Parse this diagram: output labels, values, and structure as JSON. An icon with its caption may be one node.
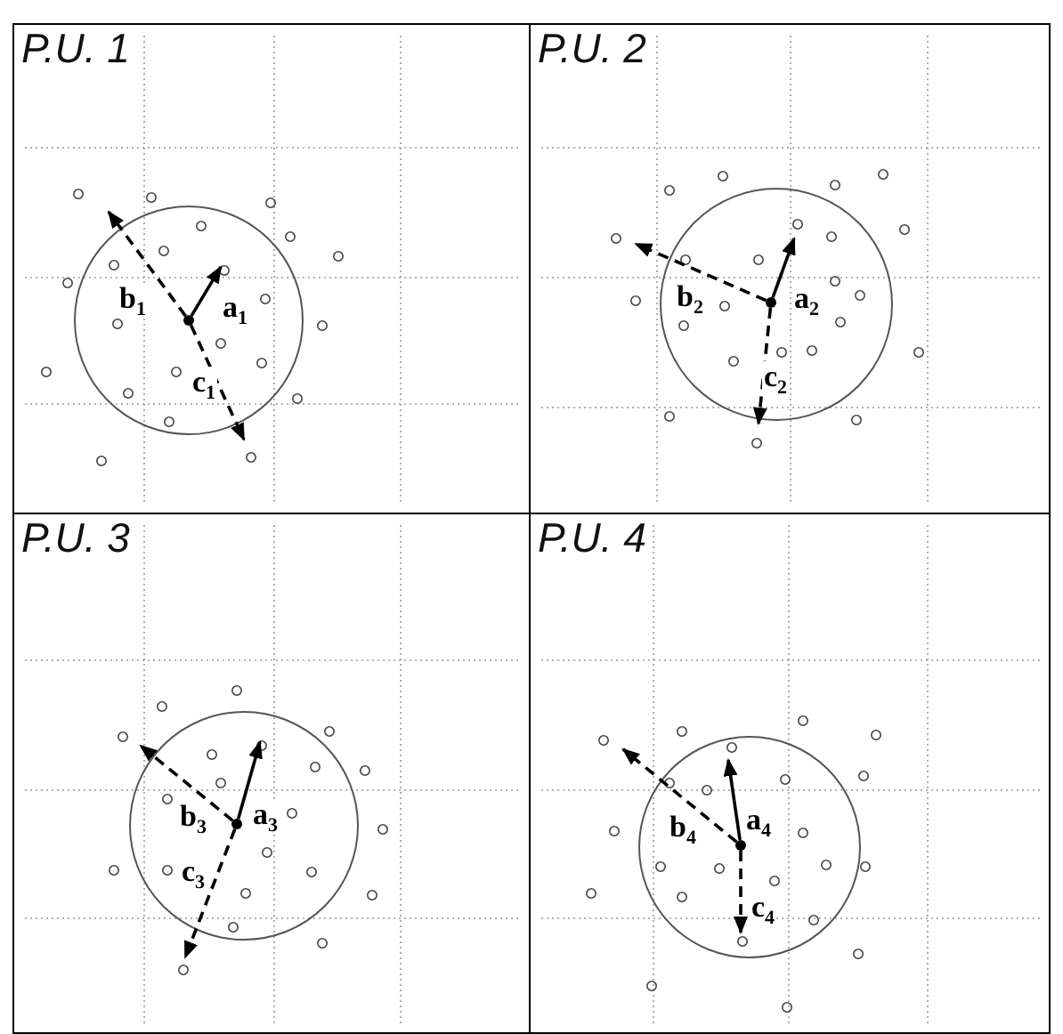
{
  "diagram": {
    "nodes": [
      {
        "text": [
          "P.U. 1"
        ]
      },
      {
        "text": [],
        "shape": "circle",
        "in": 0
      },
      {
        "text": [
          "P.U. 2"
        ]
      },
      {
        "text": [],
        "shape": "circle",
        "in": 2
      },
      {
        "text": [
          "P.U. 3"
        ]
      },
      {
        "text": [],
        "shape": "circle",
        "in": 4
      },
      {
        "text": [
          "P.U. 4"
        ]
      },
      {
        "text": [],
        "shape": "circle",
        "in": 6
      }
    ],
    "edges": [
      {
        "from": 1,
        "to": null,
        "arrow": "to",
        "label": "a$_{1}$"
      },
      {
        "from": 1,
        "to": null,
        "arrow": "to",
        "label": "b$_{1}$",
        "style": "dashed"
      },
      {
        "from": 1,
        "to": null,
        "arrow": "to",
        "label": "c$_{1}$",
        "style": "dashed"
      },
      {
        "from": 3,
        "to": null,
        "arrow": "to",
        "label": "a$_{2}$"
      },
      {
        "from": 3,
        "to": null,
        "arrow": "to",
        "label": "b$_{2}$",
        "style": "dashed"
      },
      {
        "from": 3,
        "to": null,
        "arrow": "to",
        "label": "c$_{2}$",
        "style": "dashed"
      },
      {
        "from": 5,
        "to": null,
        "arrow": "to",
        "label": "a$_{3}$"
      },
      {
        "from": 5,
        "to": null,
        "arrow": "to",
        "label": "b$_{3}$",
        "style": "dashed"
      },
      {
        "from": 5,
        "to": null,
        "arrow": "to",
        "label": "c$_{3}$",
        "style": "dashed"
      },
      {
        "from": 7,
        "to": null,
        "arrow": "to",
        "label": "a$_{4}$"
      },
      {
        "from": 7,
        "to": null,
        "arrow": "to",
        "label": "b$_{4}$",
        "style": "dashed"
      },
      {
        "from": 7,
        "to": null,
        "arrow": "to",
        "label": "c$_{4}$",
        "style": "dashed"
      }
    ]
  }
}
